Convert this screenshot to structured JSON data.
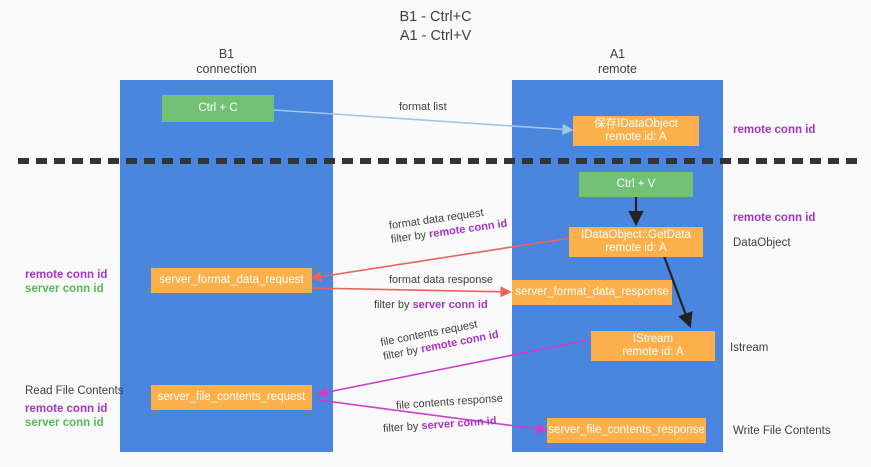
{
  "title": {
    "line1": "B1 - Ctrl+C",
    "line2": "A1 - Ctrl+V"
  },
  "lanes": [
    {
      "id": "b1",
      "title_line1": "B1",
      "title_line2": "connection"
    },
    {
      "id": "a1",
      "title_line1": "A1",
      "title_line2": "remote"
    }
  ],
  "nodes": {
    "ctrl_c": {
      "label": "Ctrl + C",
      "color": "#72c174"
    },
    "ctrl_v": {
      "label": "Ctrl + V",
      "color": "#72c174"
    },
    "save_dataobject": {
      "line1": "保存IDataObject",
      "line2": "remote id: A",
      "color": "#fbb04c"
    },
    "getdata": {
      "line1": "IDataObject::GetData",
      "line2": "remote id: A",
      "color": "#fbb04c"
    },
    "istream": {
      "line1": "IStream",
      "line2": "remote id: A",
      "color": "#fbb04c"
    },
    "server_format_data_request": {
      "label": "server_format_data_request",
      "color": "#fbb04c"
    },
    "server_format_data_response": {
      "label": "server_format_data_response",
      "color": "#fbb04c"
    },
    "server_file_contents_request": {
      "label": "server_file_contents_request",
      "color": "#fbb04c"
    },
    "server_file_contents_response": {
      "label": "server_file_contents_response",
      "color": "#fbb04c"
    }
  },
  "edge_labels": {
    "format_list": "format list",
    "format_data_request": "format data request",
    "format_data_request_filter_prefix": "filter by ",
    "format_data_request_filter_key": "remote conn id",
    "format_data_response": "format data response",
    "format_data_response_filter_prefix": "filter by ",
    "format_data_response_filter_key": "server conn id",
    "file_contents_request": "file contents request",
    "file_contents_request_filter_prefix": "filter by ",
    "file_contents_request_filter_key": "remote conn id",
    "file_contents_response": "file contents response",
    "file_contents_response_filter_prefix": "filter by ",
    "file_contents_response_filter_key": "server conn id"
  },
  "side_labels": {
    "right_top_remote_conn_id": "remote conn id",
    "right_mid_remote_conn_id": "remote conn id",
    "right_dataobject": "DataObject",
    "right_istream": "Istream",
    "right_write_file_contents": "Write File Contents",
    "left_remote_conn_id": "remote conn id",
    "left_server_conn_id": "server conn id",
    "left_read_file_contents": "Read File Contents",
    "left_bottom_remote_conn_id": "remote conn id",
    "left_bottom_server_conn_id": "server conn id"
  },
  "colors": {
    "lane_blue": "#4a86dd",
    "node_green": "#72c174",
    "node_orange": "#fbb04c",
    "accent_purple": "#a334c8",
    "accent_green": "#57b85a",
    "arrow_lightblue": "#9fc6ea",
    "arrow_red": "#e8645c",
    "arrow_magenta": "#cc3fcc",
    "arrow_black": "#222222",
    "divider_black": "#333333",
    "background": "#fafafa"
  }
}
